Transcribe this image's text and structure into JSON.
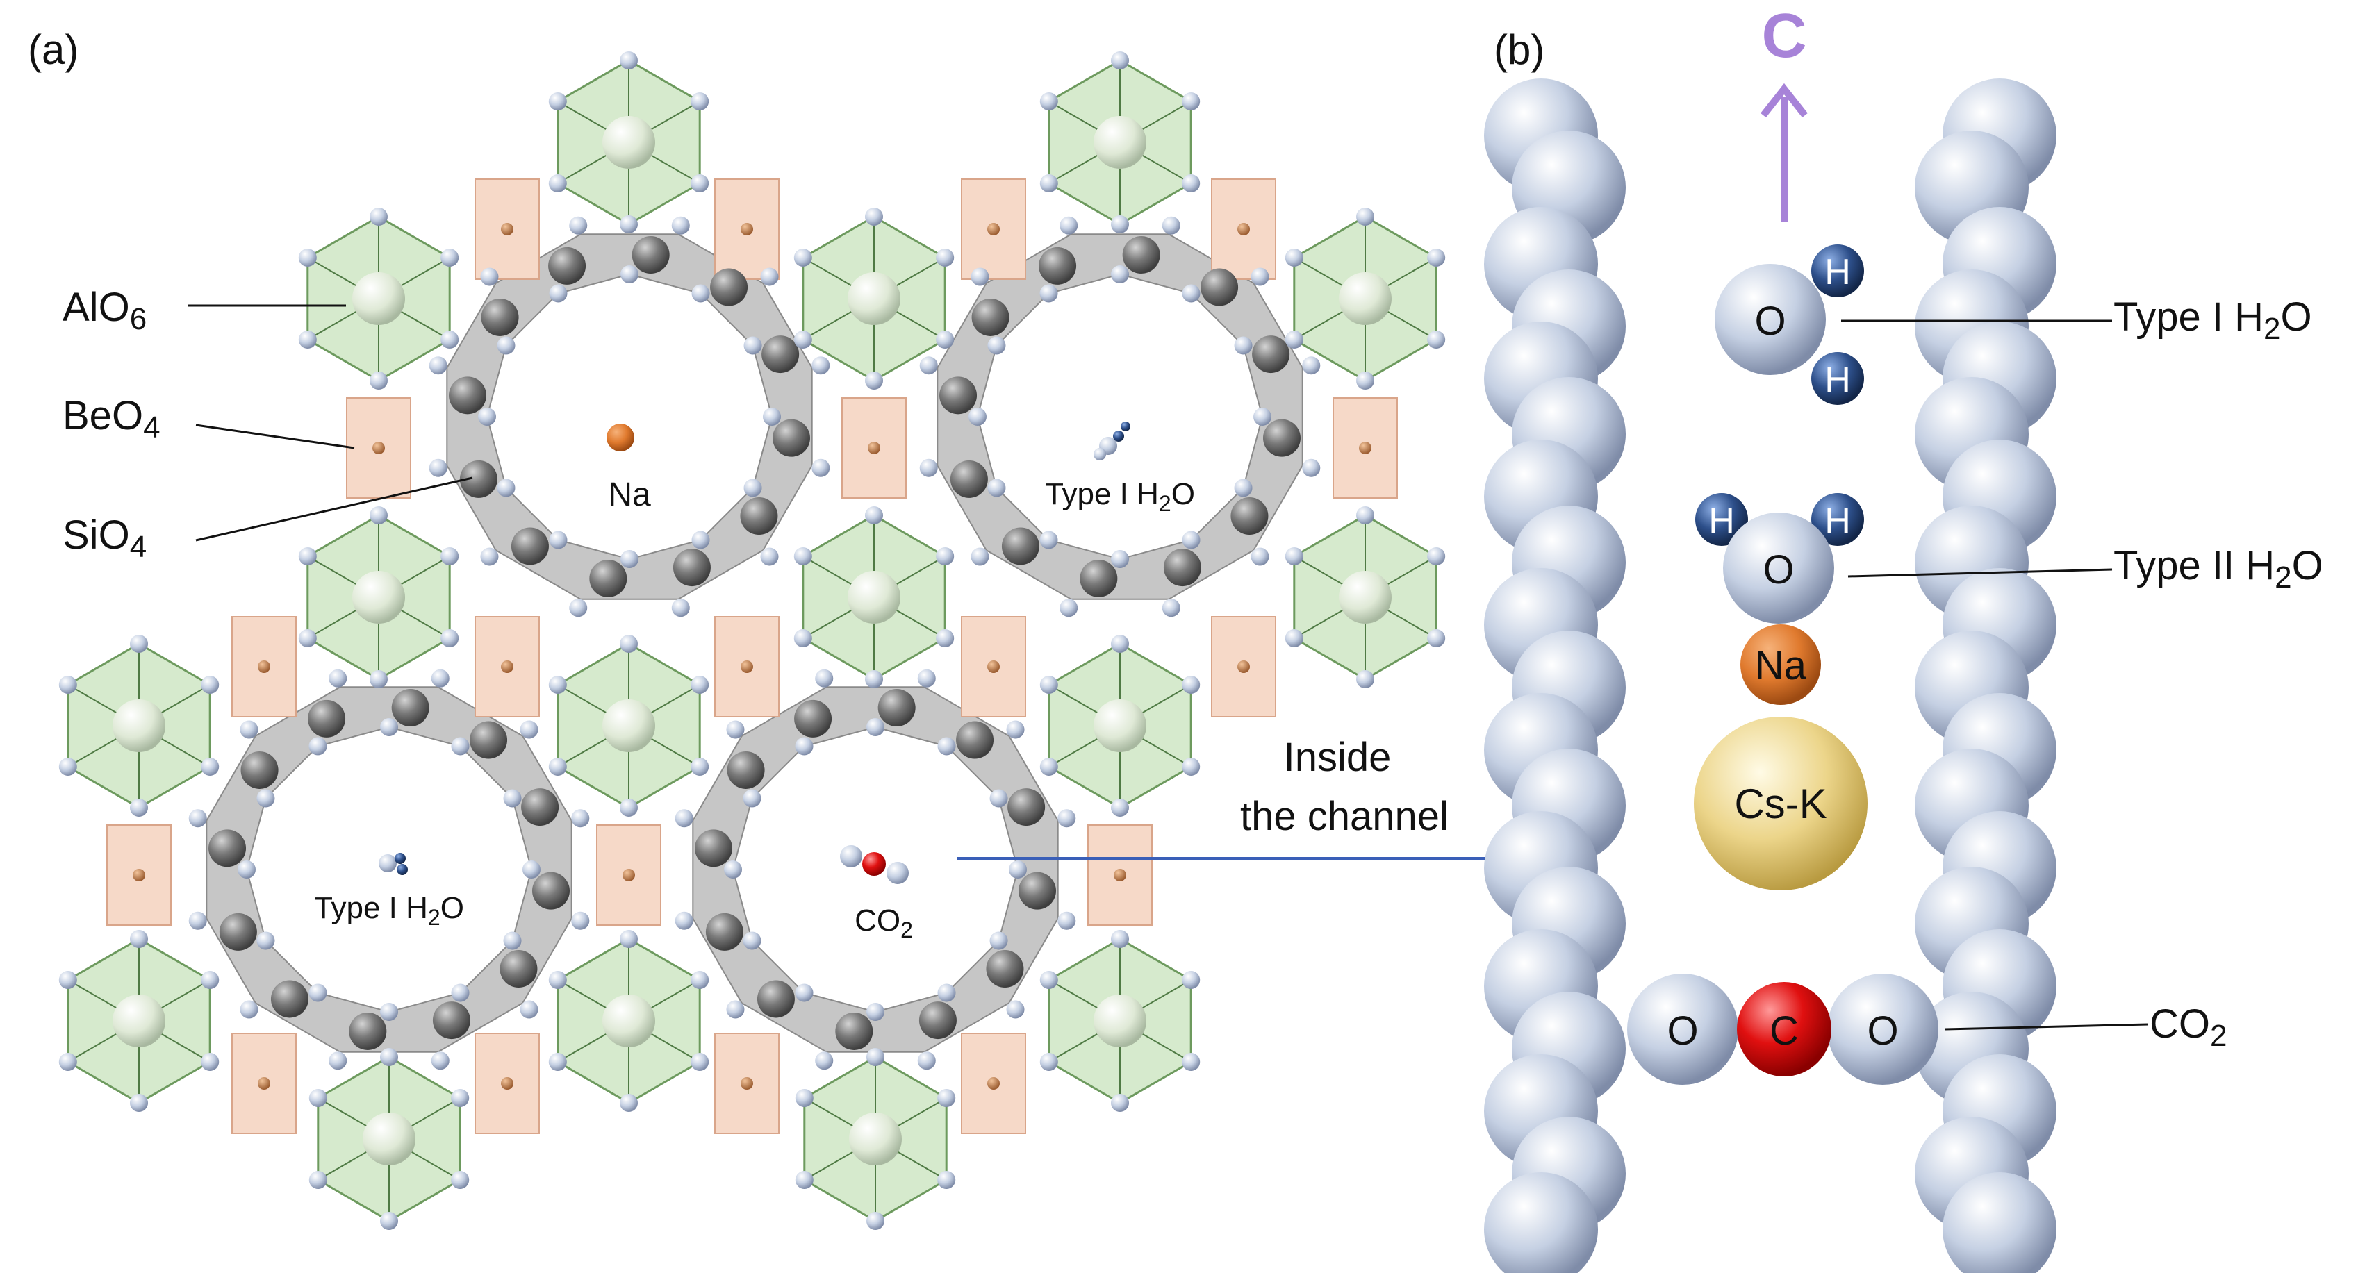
{
  "panel_a": {
    "label": "(a)",
    "legend": {
      "alo6": {
        "main": "AlO",
        "sub": "6"
      },
      "beo4": {
        "main": "BeO",
        "sub": "4"
      },
      "sio4": {
        "main": "SiO",
        "sub": "4"
      }
    },
    "cavities": {
      "na": "Na",
      "h2o_top": {
        "main": "Type I H",
        "sub": "2",
        "tail": "O"
      },
      "h2o_bottom": {
        "main": "Type I H",
        "sub": "2",
        "tail": "O"
      },
      "co2": {
        "main": "CO",
        "sub": "2"
      }
    },
    "arrow_text": [
      "Inside",
      "the channel"
    ]
  },
  "panel_b": {
    "label": "(b)",
    "axis_label": "C",
    "atoms": {
      "oxygen": "O",
      "hydrogen": "H",
      "sodium": "Na",
      "cs_k": "Cs-K",
      "carbon": "C"
    },
    "callouts": {
      "type1": {
        "main": "Type I H",
        "sub": "2",
        "tail": "O"
      },
      "type2": {
        "main": "Type II H",
        "sub": "2",
        "tail": "O"
      },
      "co2": {
        "main": "CO",
        "sub": "2"
      }
    }
  },
  "colors": {
    "alo6_fill": "#cfe6c4",
    "beo4_fill": "#f6d9c8",
    "sio4_fill": "#c6c6c6",
    "oxygen": "#b9c6dc",
    "silicon": "#6e6e6e",
    "sodium": "#e07a2e",
    "cs_k": "#e8d07c",
    "carbon": "#e01010",
    "hydrogen": "#2d4f8a",
    "c_axis": "#a783d8",
    "arrow": "#3a5fb8"
  }
}
